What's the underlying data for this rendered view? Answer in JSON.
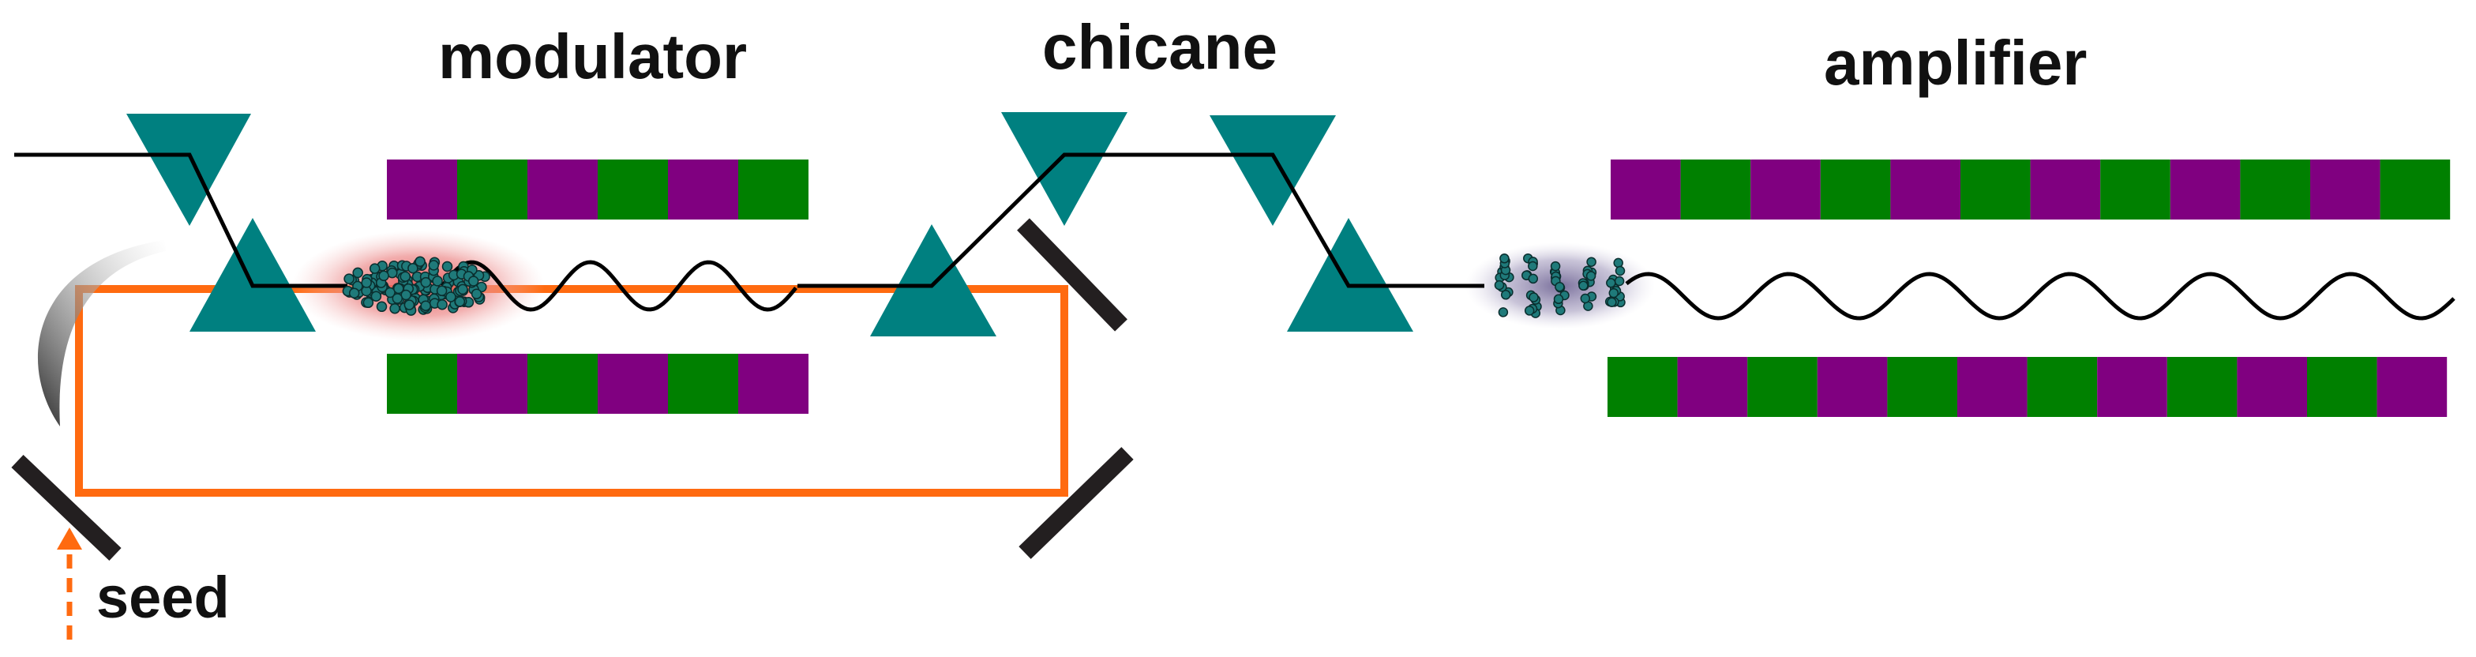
{
  "labels": {
    "modulator": "modulator",
    "chicane": "chicane",
    "amplifier": "amplifier",
    "seed": "seed"
  },
  "colors": {
    "magnet_purple": "#800080",
    "magnet_green": "#008000",
    "dipole_teal": "#008080",
    "laser_cavity": "#ff6a10",
    "mirror": "#231f20",
    "beam_line": "#000000",
    "electron": "#1f7a7a",
    "modulator_glow": "#e87070",
    "amplifier_glow": "#8070a0"
  },
  "components": {
    "modulator_undulator_top": [
      "purple",
      "green",
      "purple",
      "green",
      "purple",
      "green"
    ],
    "modulator_undulator_bottom": [
      "green",
      "purple",
      "green",
      "purple",
      "green",
      "purple"
    ],
    "amplifier_undulator_top": [
      "purple",
      "green",
      "purple",
      "green",
      "purple",
      "green",
      "purple",
      "green",
      "purple",
      "green",
      "purple",
      "green"
    ],
    "amplifier_undulator_bottom": [
      "green",
      "purple",
      "green",
      "purple",
      "green",
      "purple",
      "green",
      "purple",
      "green",
      "purple",
      "green",
      "purple"
    ],
    "dipoles": [
      "dipole-in-upper",
      "dipole-in-lower",
      "dipole-chicane-1",
      "dipole-chicane-2",
      "dipole-chicane-3",
      "dipole-chicane-4"
    ],
    "mirrors": [
      "mirror-seed-input",
      "mirror-cavity-top",
      "mirror-cavity-bottom"
    ]
  }
}
